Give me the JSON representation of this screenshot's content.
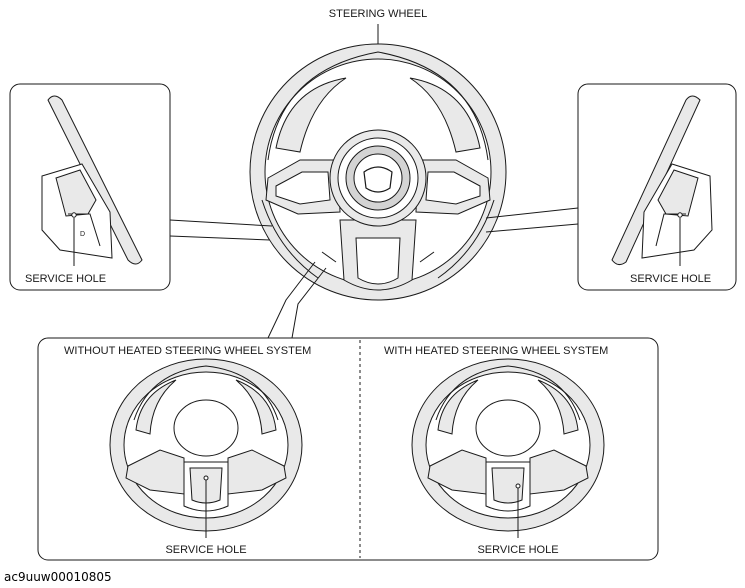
{
  "labels": {
    "steering_wheel": "STEERING WHEEL",
    "left_service_hole": "SERVICE HOLE",
    "right_service_hole": "SERVICE HOLE",
    "without_heated": "WITHOUT HEATED STEERING WHEEL SYSTEM",
    "with_heated": "WITH HEATED STEERING WHEEL SYSTEM",
    "bottom_left_service_hole": "SERVICE HOLE",
    "bottom_right_service_hole": "SERVICE HOLE",
    "figure_code": "ac9uuw00010805"
  }
}
